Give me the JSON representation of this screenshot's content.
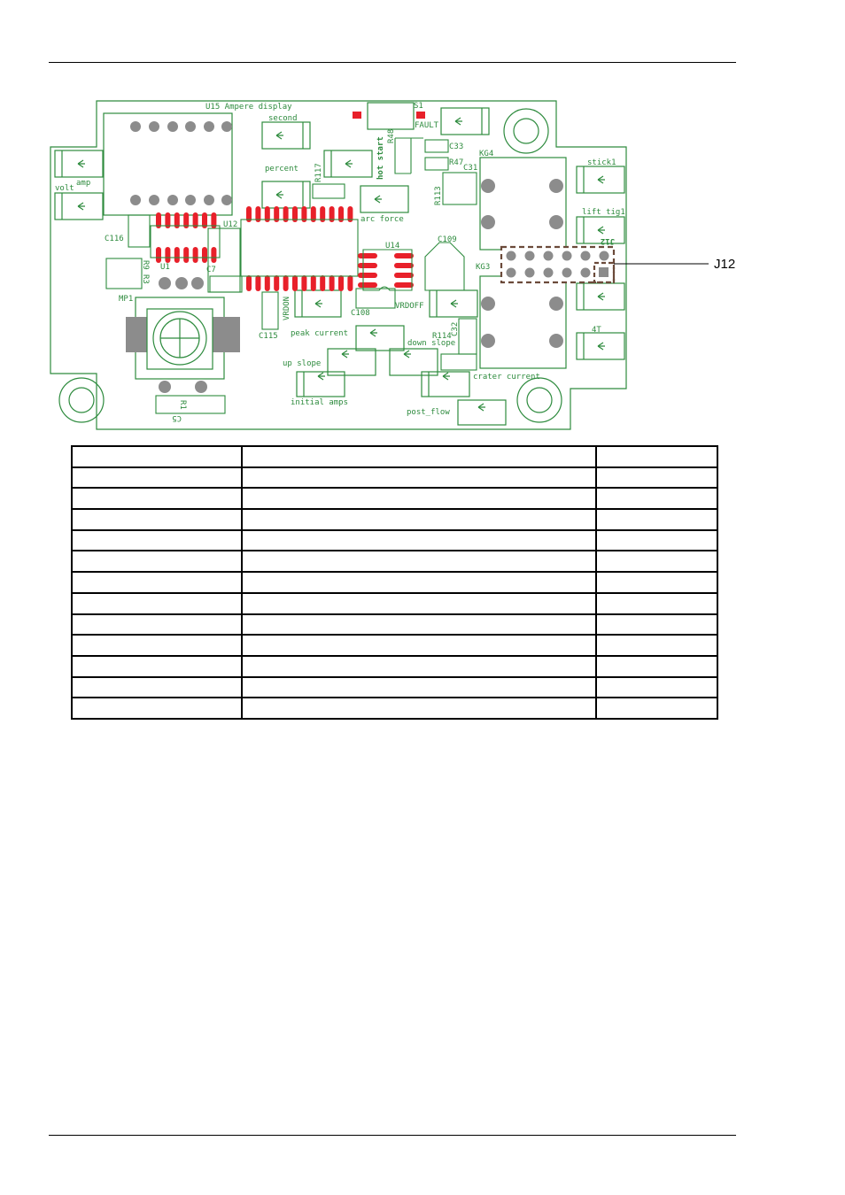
{
  "labels": {
    "u15_ampere_display": "U15 Ampere display",
    "second": "second",
    "s1": "S1",
    "fault": "FAULT",
    "c33": "C33",
    "r48": "R48",
    "hot_start": "hot start",
    "r47": "R47",
    "c31": "C31",
    "kg4": "KG4",
    "stick1": "stick1",
    "percent": "percent",
    "r117": "R117",
    "amp": "amp",
    "volt": "volt",
    "r113": "R113",
    "arc_force": "arc force",
    "u12": "U12",
    "lift_tig1": "lift tig1",
    "c116": "C116",
    "u14": "U14",
    "c109": "C109",
    "j12_silk": "J12",
    "r9": "R9",
    "r3": "R3",
    "u1": "U1",
    "c7": "C7",
    "kg3": "KG3",
    "mp1": "MP1",
    "vrdon": "VRDON",
    "c108": "C108",
    "vrdoff": "VRDOFF",
    "c115": "C115",
    "peak_current": "peak current",
    "r114": "R114",
    "c32": "C32",
    "down_slope": "down slope",
    "up_slope": "up slope",
    "4t": "4T",
    "crater_current": "crater current",
    "initial_amps": "initial amps",
    "r1": "R1",
    "c5": "C5",
    "post_flow": "post_flow"
  },
  "callout": {
    "j12": "J12"
  },
  "table": {
    "rows": [
      [
        "",
        "",
        ""
      ],
      [
        "",
        "",
        ""
      ],
      [
        "",
        "",
        ""
      ],
      [
        "",
        "",
        ""
      ],
      [
        "",
        "",
        ""
      ],
      [
        "",
        "",
        ""
      ],
      [
        "",
        "",
        ""
      ],
      [
        "",
        "",
        ""
      ],
      [
        "",
        "",
        ""
      ],
      [
        "",
        "",
        ""
      ],
      [
        "",
        "",
        ""
      ],
      [
        "",
        "",
        ""
      ],
      [
        "",
        "",
        ""
      ]
    ]
  },
  "colors": {
    "silkscreen": "#2e8b3e",
    "smd_pad": "#e8202a",
    "through_hole": "#8c8c8c",
    "connector_outline": "#6b4a3a"
  }
}
